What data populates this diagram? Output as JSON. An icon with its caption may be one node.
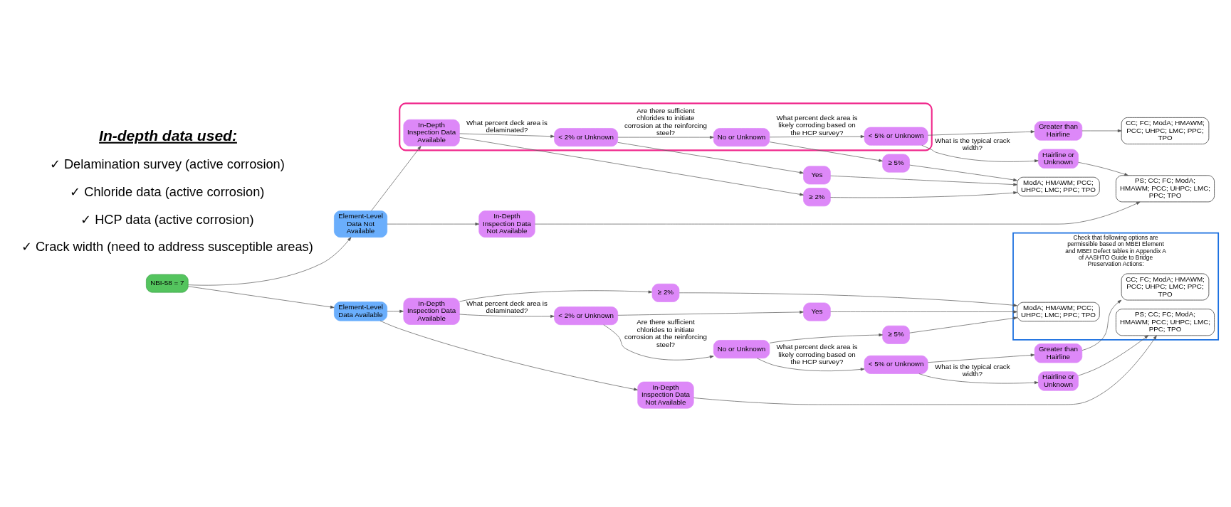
{
  "diagram": {
    "nodes": [
      {
        "text": [
          "NBI-58 = 7"
        ]
      },
      {
        "text": [
          "Element-Level Data Not Available"
        ]
      },
      {
        "text": [
          "In-Depth Inspection Data Not Available"
        ]
      },
      {
        "text": [
          "PS; CC; FC; ModA; HMAWM; PCC; UHPC; LMC; PPC; TPO"
        ]
      },
      {
        "text": [],
        "shape": "box"
      },
      {
        "text": [
          "In-Depth Inspection Data Available"
        ],
        "in": 4
      },
      {
        "text": [
          "< 2% or Unknown"
        ],
        "in": 4
      },
      {
        "text": [
          "No or Unknown"
        ],
        "in": 4
      },
      {
        "text": [
          "< 5% or Unknown"
        ],
        "in": 4
      },
      {
        "text": [
          "Hairline or Unknown"
        ]
      },
      {
        "text": [
          "≥ 2%"
        ]
      },
      {
        "text": [
          "ModA; HMAWM; PCC; UHPC; LMC; PPC; TPO"
        ]
      },
      {
        "text": [
          "Yes"
        ]
      },
      {
        "text": [
          "≥ 5%"
        ]
      },
      {
        "text": [
          "Greater than Hairline"
        ]
      },
      {
        "text": [
          "CC; FC; ModA; HMAWM; PCC; UHPC; LMC; PPC; TPO"
        ]
      },
      {
        "text": [
          "Element-Level Data Available"
        ]
      },
      {
        "text": [
          "In-Depth Inspection Data Not Available"
        ]
      },
      {
        "text": [
          "In-Depth Inspection Data Available"
        ]
      },
      {
        "text": [
          "≥ 2%"
        ]
      },
      {
        "text": [
          "< 2% or Unknown"
        ]
      },
      {
        "text": [
          "Yes"
        ]
      },
      {
        "text": [
          "No or Unknown"
        ]
      },
      {
        "text": [
          "≥ 5%"
        ]
      },
      {
        "text": [
          "< 5% or Unknown"
        ]
      },
      {
        "text": [
          "Greater than Hairline"
        ]
      },
      {
        "text": [
          "Hairline or Unknown"
        ]
      },
      {
        "text": [
          "Check that following options are permissible based on MBEI Element and MBEI Defect tables in Appendix A of AASHTO Guide to Bridge Preservation Actions:"
        ]
      },
      {
        "text": [
          "PS; CC; FC; ModA; HMAWM; PCC; UHPC; LMC; PPC; TPO"
        ],
        "in": 27
      },
      {
        "text": [
          "CC; FC; ModA; HMAWM; PCC; UHPC; LMC; PPC; TPO"
        ],
        "in": 27
      },
      {
        "text": [
          "ModA; HMAWM; PCC; UHPC; LMC; PPC; TPO"
        ],
        "in": 27
      }
    ],
    "edges": [
      {
        "from": 0,
        "to": 1,
        "arrow": "to"
      },
      {
        "from": 0,
        "to": 16,
        "arrow": "to"
      },
      {
        "from": 1,
        "to": 2,
        "arrow": "to"
      },
      {
        "from": 1,
        "to": 5,
        "arrow": "to"
      },
      {
        "from": 2,
        "to": 3,
        "arrow": "to"
      },
      {
        "from": 5,
        "to": 6,
        "arrow": "to",
        "label": "What percent deck area is delaminated?"
      },
      {
        "from": 5,
        "to": 10,
        "arrow": "to"
      },
      {
        "from": 6,
        "to": 7,
        "arrow": "to",
        "label": "Are there sufficient chlorides to initiate corrosion at the reinforcing steel?"
      },
      {
        "from": 6,
        "to": 12,
        "arrow": "to"
      },
      {
        "from": 7,
        "to": 8,
        "arrow": "to",
        "label": "What percent deck area is likely corroding based on the HCP survey?"
      },
      {
        "from": 7,
        "to": 13,
        "arrow": "to"
      },
      {
        "from": 8,
        "to": 9,
        "arrow": "to",
        "label": "What is the typical crack width?"
      },
      {
        "from": 8,
        "to": 14,
        "arrow": "to"
      },
      {
        "from": 9,
        "to": 3,
        "arrow": "to"
      },
      {
        "from": 10,
        "to": 11,
        "arrow": "to"
      },
      {
        "from": 12,
        "to": 11,
        "arrow": "to"
      },
      {
        "from": 13,
        "to": 11,
        "arrow": "to"
      },
      {
        "from": 14,
        "to": 15,
        "arrow": "to"
      },
      {
        "from": 16,
        "to": 17,
        "arrow": "to"
      },
      {
        "from": 16,
        "to": 18,
        "arrow": "to"
      },
      {
        "from": 17,
        "to": 28,
        "arrow": "to"
      },
      {
        "from": 18,
        "to": 20,
        "arrow": "to",
        "label": "What percent deck area is delaminated?"
      },
      {
        "from": 18,
        "to": 19,
        "arrow": "to"
      },
      {
        "from": 20,
        "to": 22,
        "arrow": "to",
        "label": "Are there sufficient chlorides to initiate corrosion at the reinforcing steel?"
      },
      {
        "from": 20,
        "to": 21,
        "arrow": "to"
      },
      {
        "from": 22,
        "to": 24,
        "arrow": "to",
        "label": "What percent deck area is likely corroding based on the HCP survey?"
      },
      {
        "from": 22,
        "to": 23,
        "arrow": "to"
      },
      {
        "from": 24,
        "to": 26,
        "arrow": "to",
        "label": "What is the typical crack width?"
      },
      {
        "from": 24,
        "to": 25,
        "arrow": "to"
      },
      {
        "from": 26,
        "to": 28,
        "arrow": "to"
      },
      {
        "from": 25,
        "to": 29,
        "arrow": "to"
      },
      {
        "from": 19,
        "to": 30,
        "arrow": "to"
      },
      {
        "from": 21,
        "to": 30,
        "arrow": "to"
      },
      {
        "from": 23,
        "to": 30,
        "arrow": "to"
      }
    ],
    "labels": [
      "In-depth data used:",
      "✓ Delamination survey (active corrosion)",
      "✓ Chloride data (active corrosion)",
      "✓ HCP data (active corrosion)",
      "✓ Crack width (need to address susceptible areas)"
    ]
  }
}
